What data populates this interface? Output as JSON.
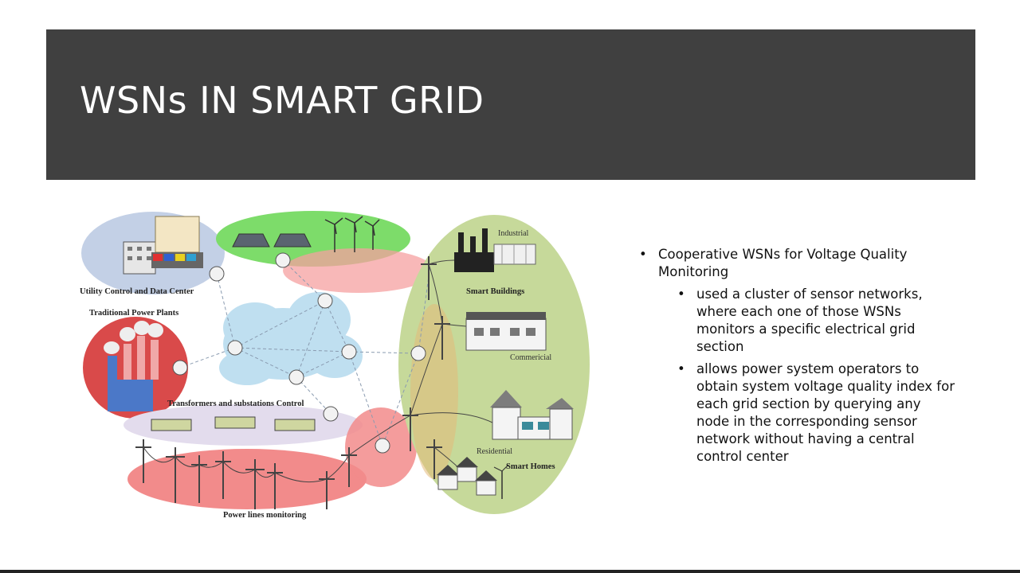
{
  "slide": {
    "title": "WSNs IN SMART GRID"
  },
  "diagram": {
    "labels": {
      "utility": "Utility Control and Data Center",
      "power_plants": "Traditional Power Plants",
      "transformers": "Transformers and substations Control",
      "power_lines": "Power lines monitoring",
      "industrial": "Industrial",
      "smart_buildings": "Smart Buildings",
      "commercial": "Commericial",
      "residential": "Residential",
      "smart_homes": "Smart Homes"
    },
    "colors": {
      "utility_region": "#c3d0e6",
      "renewable_region": "#7ddc6a",
      "plants_region": "#d94a4a",
      "lines_region": "#f28b8b",
      "buildings_region": "#c6d99a",
      "cloud": "#bfdff0",
      "transformers_region": "#e3dced"
    }
  },
  "bullets": {
    "main": "Cooperative WSNs for Voltage Quality Monitoring",
    "sub": [
      "used a cluster of sensor networks, where each one of those WSNs monitors a specific electrical grid section",
      "allows power system operators to obtain system voltage quality index for each grid section by querying any node in the corresponding sensor network without having a central control center"
    ]
  }
}
